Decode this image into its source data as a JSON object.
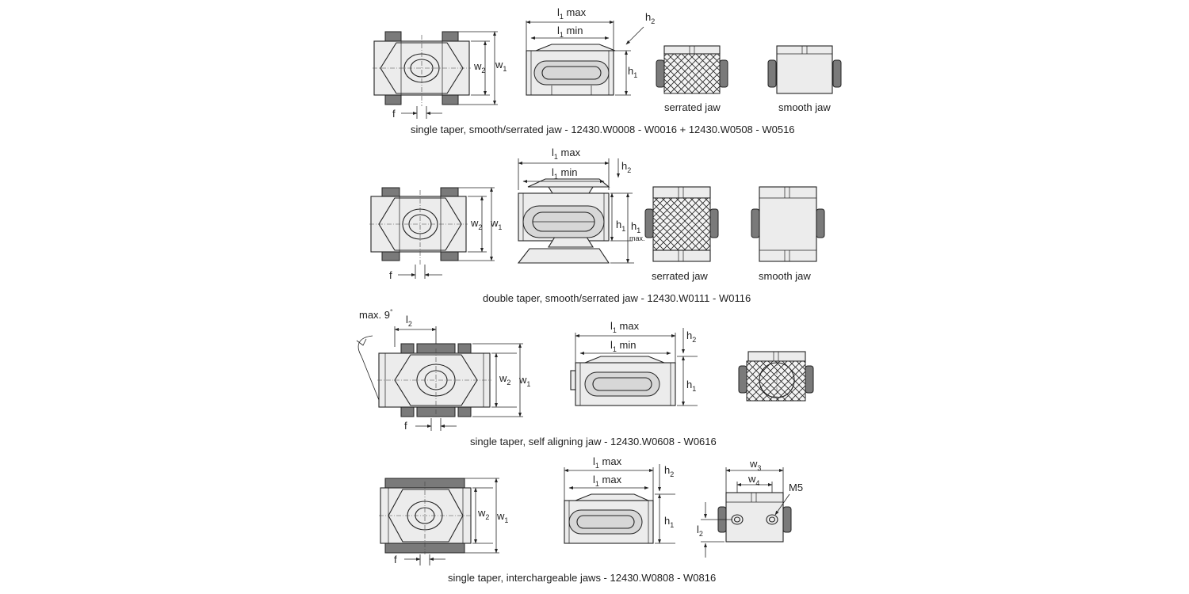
{
  "dimensions": {
    "l1_max": "max",
    "l1_min": "min",
    "l_base": "l",
    "l_sub1": "1",
    "l_sub2": "2",
    "h_base": "h",
    "h_sub1": "1",
    "h_sub2": "2",
    "w_base": "w",
    "w_sub1": "1",
    "w_sub2": "2",
    "w_sub3": "3",
    "w_sub4": "4",
    "f": "f",
    "h1_max_suffix": "max.",
    "angle_label": "max. 9",
    "degree": "°",
    "thread": "M5"
  },
  "jaw_labels": {
    "serrated": "serrated jaw",
    "smooth": "smooth jaw"
  },
  "captions": [
    "single taper, smooth/serrated jaw - 12430.W0008 - W0016 + 12430.W0508 - W0516",
    "double taper, smooth/serrated jaw - 12430.W0111 - W0116",
    "single taper, self aligning jaw - 12430.W0608 - W0616",
    "single taper, interchargeable jaws - 12430.W0808 - W0816"
  ]
}
